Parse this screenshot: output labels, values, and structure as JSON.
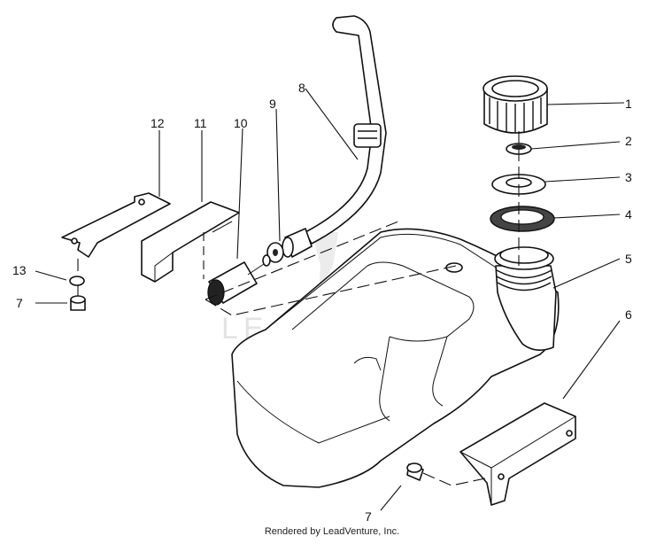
{
  "diagram": {
    "callouts": [
      "1",
      "2",
      "3",
      "4",
      "5",
      "6",
      "7",
      "7",
      "8",
      "9",
      "10",
      "11",
      "12",
      "13"
    ],
    "watermark": "LEADVENTURE"
  },
  "footer": {
    "credit": "Rendered by LeadVenture, Inc."
  }
}
